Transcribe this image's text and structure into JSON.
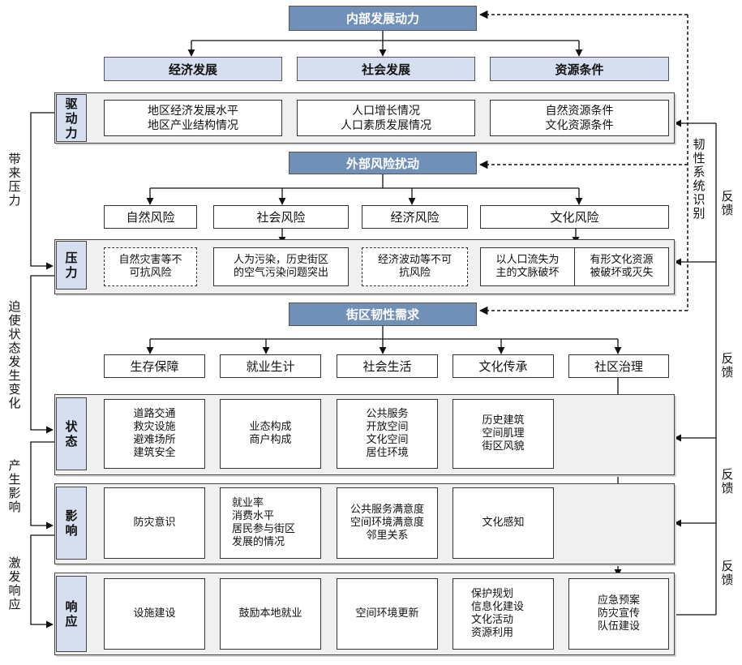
{
  "headers": {
    "internal": "内部发展动力",
    "external": "外部风险扰动",
    "demand": "街区韧性需求"
  },
  "internal_categories": [
    "经济发展",
    "社会发展",
    "资源条件"
  ],
  "risk_categories": [
    "自然风险",
    "社会风险",
    "经济风险",
    "文化风险"
  ],
  "demand_categories": [
    "生存保障",
    "就业生计",
    "社会生活",
    "文化传承",
    "社区治理"
  ],
  "layers": {
    "drive": {
      "label": "驱\n动\n力",
      "items": [
        "地区经济发展水平\n地区产业结构情况",
        "人口增长情况\n人口素质发展情况",
        "自然资源条件\n文化资源条件"
      ]
    },
    "pressure": {
      "label": "压\n力",
      "items": [
        "自然灾害等不\n可抗风险",
        "人为污染，历史街区\n的空气污染问题突出",
        "经济波动等不可\n抗风险",
        "以人口流失为\n主的文脉破坏",
        "有形文化资源\n被破坏或灭失"
      ]
    },
    "state": {
      "label": "状\n态",
      "items": [
        "道路交通\n救灾设施\n避难场所\n建筑安全",
        "业态构成\n商户构成",
        "公共服务\n开放空间\n文化空间\n居住环境",
        "历史建筑\n空间肌理\n街区风貌"
      ]
    },
    "impact": {
      "label": "影\n响",
      "items": [
        "防灾意识",
        "就业率\n消费水平\n居民参与街区\n发展的情况",
        "公共服务满意度\n空间环境满意度\n邻里关系",
        "文化感知"
      ]
    },
    "response": {
      "label": "响\n应",
      "items": [
        "设施建设",
        "鼓励本地就业",
        "空间环境更新",
        "保护规划\n信息化建设\n文化活动\n资源利用",
        "应急预案\n防灾宣传\n队伍建设"
      ]
    }
  },
  "side_labels": {
    "bring_pressure": "带\n来\n压\n力",
    "force_change": "迫\n使\n状\n态\n发\n生\n变\n化",
    "produce_impact": "产\n生\n影\n响",
    "trigger_response": "激\n发\n响\n应",
    "resilience_identify": "韧\n性\n系\n统\n识\n别",
    "feedback": [
      "反\n馈",
      "反\n馈",
      "反\n馈",
      "反\n馈"
    ]
  }
}
